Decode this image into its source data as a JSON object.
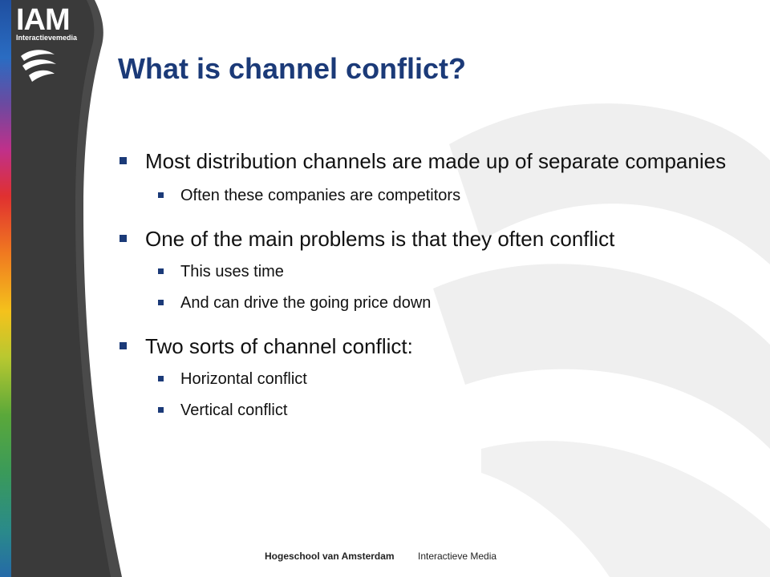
{
  "logo": {
    "name": "IAM",
    "subtitle": "Interactievemedia"
  },
  "colors": {
    "title": "#1b3a78",
    "bullet": "#1b3a78",
    "band": "#4a4a4a",
    "watermark": "#eeeeee"
  },
  "slide": {
    "title": "What is channel conflict?",
    "bullets": [
      {
        "text": "Most distribution channels are made up of separate companies",
        "sub": [
          "Often these companies are competitors"
        ]
      },
      {
        "text": "One of the main problems is that they often conflict",
        "sub": [
          "This uses time",
          "And can drive the going price down"
        ]
      },
      {
        "text": "Two sorts of channel conflict:",
        "sub": [
          "Horizontal conflict",
          "Vertical conflict"
        ]
      }
    ]
  },
  "footer": {
    "left": "Hogeschool van Amsterdam",
    "right": "Interactieve Media"
  }
}
